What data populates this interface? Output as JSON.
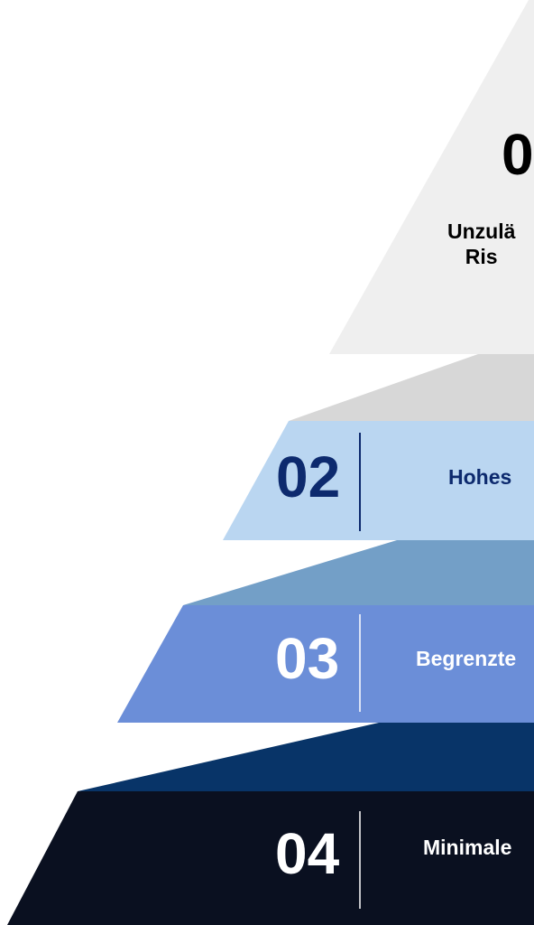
{
  "colors": {
    "level_1_face": "#efefef",
    "level_1_shelf": "#d7d7d7",
    "level_2_face": "#bad6f1",
    "level_2_shelf": "#739fc7",
    "level_2_text": "#0d2a6e",
    "level_3_face": "#6b8ed8",
    "level_3_shelf": "#083468",
    "level_4_face": "#0a1020",
    "divider_dark": "#0d2a6e",
    "divider_light": "#ffffff"
  },
  "levels": [
    {
      "number": "0",
      "label_line1": "Unzulä",
      "label_line2": "Ris"
    },
    {
      "number": "02",
      "label": "Hohes"
    },
    {
      "number": "03",
      "label": "Begrenzte"
    },
    {
      "number": "04",
      "label": "Minimale"
    }
  ]
}
